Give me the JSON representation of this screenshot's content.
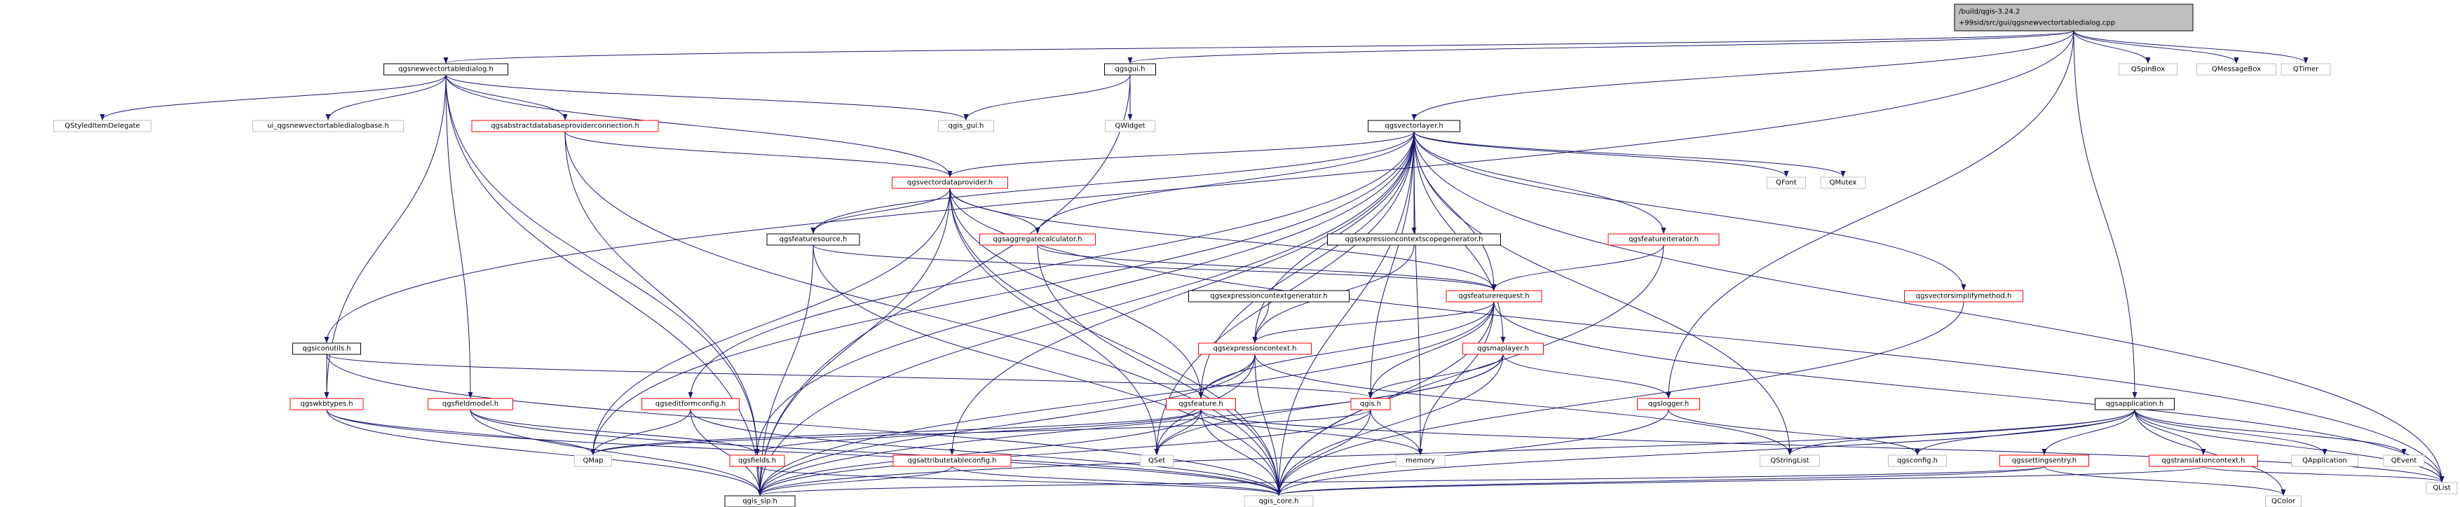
{
  "graph": {
    "title": "/build/qgis-3.24.2+99sid/src/gui/qgsnewvectortabledialog.cpp",
    "title_lines": [
      "/build/qgis-3.24.2",
      "+99sid/src/gui/qgsnewvectortabledialog.cpp"
    ],
    "colors": {
      "root_fill": "#bfbfbf",
      "documented_border": "#000000",
      "undocumented_border": "#ff0000",
      "external_border": "#bfbfbf",
      "edge": "#191970"
    },
    "nodes": [
      {
        "id": "root",
        "label": "/build/qgis-3.24.2 +99sid/src/gui/qgsnewvectortabledialog.cpp",
        "kind": "root"
      },
      {
        "id": "newdlg",
        "label": "qgsnewvectortabledialog.h",
        "kind": "documented"
      },
      {
        "id": "gui",
        "label": "qgsgui.h",
        "kind": "documented"
      },
      {
        "id": "vlayer",
        "label": "qgsvectorlayer.h",
        "kind": "documented"
      },
      {
        "id": "spin",
        "label": "QSpinBox",
        "kind": "external"
      },
      {
        "id": "msgbox",
        "label": "QMessageBox",
        "kind": "external"
      },
      {
        "id": "qtimer",
        "label": "QTimer",
        "kind": "external"
      },
      {
        "id": "styled",
        "label": "QStyledItemDelegate",
        "kind": "external"
      },
      {
        "id": "uinew",
        "label": "ui_qgsnewvectortabledialogbase.h",
        "kind": "external"
      },
      {
        "id": "absdb",
        "label": "qgsabstractdatabaseproviderconnection.h",
        "kind": "undocumented"
      },
      {
        "id": "qgisgui",
        "label": "qgis_gui.h",
        "kind": "external"
      },
      {
        "id": "qwidget",
        "label": "QWidget",
        "kind": "external"
      },
      {
        "id": "qfont",
        "label": "QFont",
        "kind": "external"
      },
      {
        "id": "qmutex",
        "label": "QMutex",
        "kind": "external"
      },
      {
        "id": "vdp",
        "label": "qgsvectordataprovider.h",
        "kind": "undocumented"
      },
      {
        "id": "fsource",
        "label": "qgsfeaturesource.h",
        "kind": "documented"
      },
      {
        "id": "aggcalc",
        "label": "qgsaggregatecalculator.h",
        "kind": "undocumented"
      },
      {
        "id": "exprscope",
        "label": "qgsexpressioncontextscopegenerator.h",
        "kind": "documented"
      },
      {
        "id": "fiter",
        "label": "qgsfeatureiterator.h",
        "kind": "undocumented"
      },
      {
        "id": "exprgen",
        "label": "qgsexpressioncontextgenerator.h",
        "kind": "documented"
      },
      {
        "id": "freq",
        "label": "qgsfeaturerequest.h",
        "kind": "undocumented"
      },
      {
        "id": "simpl",
        "label": "qgsvectorsimplifymethod.h",
        "kind": "undocumented"
      },
      {
        "id": "iconutils",
        "label": "qgsiconutils.h",
        "kind": "documented"
      },
      {
        "id": "exprctx",
        "label": "qgsexpressioncontext.h",
        "kind": "undocumented"
      },
      {
        "id": "maplayer",
        "label": "qgsmaplayer.h",
        "kind": "undocumented"
      },
      {
        "id": "wkb",
        "label": "qgswkbtypes.h",
        "kind": "undocumented"
      },
      {
        "id": "fmodel",
        "label": "qgsfieldmodel.h",
        "kind": "undocumented"
      },
      {
        "id": "editform",
        "label": "qgseditformconfig.h",
        "kind": "undocumented"
      },
      {
        "id": "feature",
        "label": "qgsfeature.h",
        "kind": "undocumented"
      },
      {
        "id": "qgis",
        "label": "qgis.h",
        "kind": "undocumented"
      },
      {
        "id": "logger",
        "label": "qgslogger.h",
        "kind": "undocumented"
      },
      {
        "id": "app",
        "label": "qgsapplication.h",
        "kind": "documented"
      },
      {
        "id": "qmap",
        "label": "QMap",
        "kind": "external"
      },
      {
        "id": "fields",
        "label": "qgsfields.h",
        "kind": "undocumented"
      },
      {
        "id": "attrtable",
        "label": "qgsattributetableconfig.h",
        "kind": "undocumented"
      },
      {
        "id": "qset",
        "label": "QSet",
        "kind": "external"
      },
      {
        "id": "memory",
        "label": "memory",
        "kind": "external"
      },
      {
        "id": "qstrlist",
        "label": "QStringList",
        "kind": "external"
      },
      {
        "id": "qgsconfig",
        "label": "qgsconfig.h",
        "kind": "external"
      },
      {
        "id": "settings",
        "label": "qgssettingsentry.h",
        "kind": "undocumented"
      },
      {
        "id": "translation",
        "label": "qgstranslationcontext.h",
        "kind": "undocumented"
      },
      {
        "id": "qapplication",
        "label": "QApplication",
        "kind": "external"
      },
      {
        "id": "qevent",
        "label": "QEvent",
        "kind": "external"
      },
      {
        "id": "qlist",
        "label": "QList",
        "kind": "external"
      },
      {
        "id": "sip",
        "label": "qgis_sip.h",
        "kind": "documented"
      },
      {
        "id": "core",
        "label": "qgis_core.h",
        "kind": "external"
      },
      {
        "id": "qcolor",
        "label": "QColor",
        "kind": "external"
      }
    ],
    "edges": [
      [
        "root",
        "newdlg"
      ],
      [
        "root",
        "gui"
      ],
      [
        "root",
        "vlayer"
      ],
      [
        "root",
        "spin"
      ],
      [
        "root",
        "msgbox"
      ],
      [
        "root",
        "qtimer"
      ],
      [
        "root",
        "app"
      ],
      [
        "root",
        "iconutils"
      ],
      [
        "root",
        "logger"
      ],
      [
        "newdlg",
        "styled"
      ],
      [
        "newdlg",
        "uinew"
      ],
      [
        "newdlg",
        "absdb"
      ],
      [
        "newdlg",
        "qgisgui"
      ],
      [
        "newdlg",
        "vdp"
      ],
      [
        "newdlg",
        "fmodel"
      ],
      [
        "newdlg",
        "wkb"
      ],
      [
        "newdlg",
        "fields"
      ],
      [
        "newdlg",
        "sip"
      ],
      [
        "gui",
        "qgisgui"
      ],
      [
        "gui",
        "qwidget"
      ],
      [
        "gui",
        "sip"
      ],
      [
        "absdb",
        "vdp"
      ],
      [
        "absdb",
        "fields"
      ],
      [
        "absdb",
        "core"
      ],
      [
        "vlayer",
        "vdp"
      ],
      [
        "vlayer",
        "fsource"
      ],
      [
        "vlayer",
        "aggcalc"
      ],
      [
        "vlayer",
        "exprscope"
      ],
      [
        "vlayer",
        "fiter"
      ],
      [
        "vlayer",
        "freq"
      ],
      [
        "vlayer",
        "simpl"
      ],
      [
        "vlayer",
        "qfont"
      ],
      [
        "vlayer",
        "qmutex"
      ],
      [
        "vlayer",
        "qlist"
      ],
      [
        "vlayer",
        "maplayer"
      ],
      [
        "vlayer",
        "exprctx"
      ],
      [
        "vlayer",
        "feature"
      ],
      [
        "vlayer",
        "fields"
      ],
      [
        "vlayer",
        "editform"
      ],
      [
        "vlayer",
        "attrtable"
      ],
      [
        "vlayer",
        "qset"
      ],
      [
        "vlayer",
        "core"
      ],
      [
        "vlayer",
        "sip"
      ],
      [
        "vlayer",
        "qmap"
      ],
      [
        "vlayer",
        "memory"
      ],
      [
        "vlayer",
        "qgis"
      ],
      [
        "vlayer",
        "qstrlist"
      ],
      [
        "vdp",
        "fsource"
      ],
      [
        "vdp",
        "aggcalc"
      ],
      [
        "vdp",
        "freq"
      ],
      [
        "vdp",
        "feature"
      ],
      [
        "vdp",
        "qmap"
      ],
      [
        "vdp",
        "qset"
      ],
      [
        "vdp",
        "qlist"
      ],
      [
        "vdp",
        "core"
      ],
      [
        "vdp",
        "sip"
      ],
      [
        "fsource",
        "freq"
      ],
      [
        "fsource",
        "core"
      ],
      [
        "fsource",
        "sip"
      ],
      [
        "aggcalc",
        "freq"
      ],
      [
        "aggcalc",
        "core"
      ],
      [
        "exprscope",
        "exprctx"
      ],
      [
        "exprgen",
        "exprctx"
      ],
      [
        "fiter",
        "freq"
      ],
      [
        "fiter",
        "core"
      ],
      [
        "freq",
        "exprctx"
      ],
      [
        "freq",
        "feature"
      ],
      [
        "freq",
        "qgis"
      ],
      [
        "freq",
        "memory"
      ],
      [
        "freq",
        "qlist"
      ],
      [
        "freq",
        "core"
      ],
      [
        "freq",
        "sip"
      ],
      [
        "simpl",
        "core"
      ],
      [
        "iconutils",
        "wkb"
      ],
      [
        "iconutils",
        "qgis"
      ],
      [
        "iconutils",
        "core"
      ],
      [
        "exprctx",
        "feature"
      ],
      [
        "exprctx",
        "qset"
      ],
      [
        "exprctx",
        "qstrlist"
      ],
      [
        "exprctx",
        "core"
      ],
      [
        "exprctx",
        "sip"
      ],
      [
        "maplayer",
        "qgis"
      ],
      [
        "maplayer",
        "logger"
      ],
      [
        "maplayer",
        "qset"
      ],
      [
        "maplayer",
        "core"
      ],
      [
        "maplayer",
        "sip"
      ],
      [
        "wkb",
        "qmap"
      ],
      [
        "wkb",
        "core"
      ],
      [
        "wkb",
        "sip"
      ],
      [
        "fmodel",
        "fields"
      ],
      [
        "fmodel",
        "core"
      ],
      [
        "fmodel",
        "sip"
      ],
      [
        "editform",
        "qmap"
      ],
      [
        "editform",
        "core"
      ],
      [
        "editform",
        "sip"
      ],
      [
        "feature",
        "qmap"
      ],
      [
        "feature",
        "qset"
      ],
      [
        "feature",
        "memory"
      ],
      [
        "feature",
        "fields"
      ],
      [
        "feature",
        "qlist"
      ],
      [
        "feature",
        "core"
      ],
      [
        "feature",
        "sip"
      ],
      [
        "qgis",
        "memory"
      ],
      [
        "qgis",
        "qmap"
      ],
      [
        "qgis",
        "core"
      ],
      [
        "qgis",
        "sip"
      ],
      [
        "logger",
        "qgsconfig"
      ],
      [
        "logger",
        "core"
      ],
      [
        "fields",
        "core"
      ],
      [
        "fields",
        "sip"
      ],
      [
        "attrtable",
        "core"
      ],
      [
        "attrtable",
        "sip"
      ],
      [
        "app",
        "qgsconfig"
      ],
      [
        "app",
        "settings"
      ],
      [
        "app",
        "translation"
      ],
      [
        "app",
        "qapplication"
      ],
      [
        "app",
        "qevent"
      ],
      [
        "app",
        "qcolor"
      ],
      [
        "app",
        "qstrlist"
      ],
      [
        "app",
        "qlist"
      ],
      [
        "app",
        "core"
      ],
      [
        "app",
        "sip"
      ],
      [
        "settings",
        "qcolor"
      ],
      [
        "settings",
        "core"
      ],
      [
        "settings",
        "sip"
      ],
      [
        "translation",
        "qlist"
      ],
      [
        "translation",
        "core"
      ]
    ]
  }
}
